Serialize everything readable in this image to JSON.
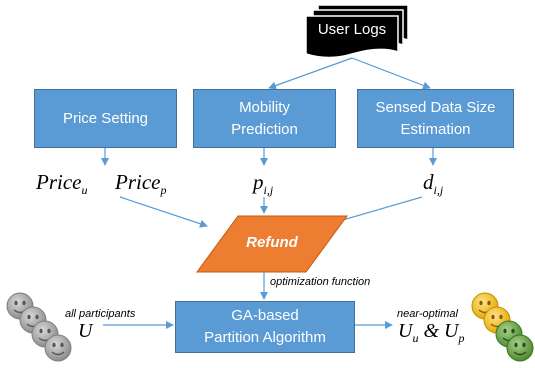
{
  "user_logs": "User Logs",
  "price_setting": "Price Setting",
  "mobility_prediction": {
    "line1": "Mobility",
    "line2": "Prediction"
  },
  "sensed_data": {
    "line1": "Sensed Data Size",
    "line2": "Estimation"
  },
  "price_u": {
    "base": "Price",
    "sub": "u"
  },
  "price_p": {
    "base": "Price",
    "sub": "p"
  },
  "p_ij": {
    "base": "p",
    "sub": "i,j"
  },
  "d_ij": {
    "base": "d",
    "sub": "i,j"
  },
  "refund": "Refund",
  "optimization_function": "optimization function",
  "all_participants": "all participants",
  "u_label": "U",
  "ga_partition": {
    "line1": "GA-based",
    "line2": "Partition Algorithm"
  },
  "near_optimal": "near-optimal",
  "uu_up": {
    "u1": "U",
    "s1": "u",
    "amp": " & ",
    "u2": "U",
    "s2": "p"
  },
  "colors": {
    "box_blue": "#5b9bd5",
    "refund_orange": "#ed7d31",
    "smiley_gray": "#a6a6a6",
    "smiley_yellow": "#ffc000",
    "smiley_green": "#70ad47",
    "arrow": "#5b9bd5"
  }
}
